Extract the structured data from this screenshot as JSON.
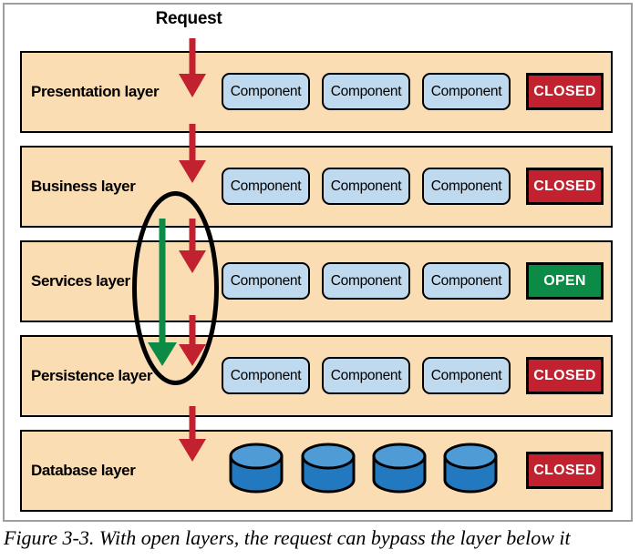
{
  "figure": {
    "request_label": "Request",
    "caption": "Figure 3-3. With open layers, the request can bypass the layer below it"
  },
  "layers": [
    {
      "name": "Presentation layer",
      "status": "CLOSED",
      "components": [
        "Component",
        "Component",
        "Component"
      ]
    },
    {
      "name": "Business layer",
      "status": "CLOSED",
      "components": [
        "Component",
        "Component",
        "Component"
      ]
    },
    {
      "name": "Services layer",
      "status": "OPEN",
      "components": [
        "Component",
        "Component",
        "Component"
      ]
    },
    {
      "name": "Persistence layer",
      "status": "CLOSED",
      "components": [
        "Component",
        "Component",
        "Component"
      ]
    },
    {
      "name": "Database layer",
      "status": "CLOSED",
      "database_count": 4
    }
  ],
  "annotations": {
    "bypass_note": "green arrow bypasses Services layer from Business layer to Persistence layer",
    "ellipse_highlights": "open-layer bypass path"
  },
  "colors": {
    "layer_fill": "#fbddb4",
    "component_fill": "#bfd9ee",
    "closed_fill": "#c2212f",
    "open_fill": "#0b8b45",
    "arrow_red": "#c2212f",
    "arrow_green": "#0b8b45",
    "database_fill": "#2379bf",
    "database_top_fill": "#4f9bd6",
    "frame_border": "#9e9e9e"
  }
}
